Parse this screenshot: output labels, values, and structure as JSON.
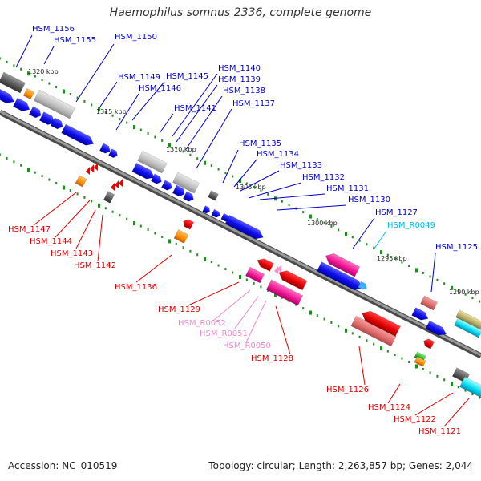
{
  "title": "Haemophilus somnus 2336, complete genome",
  "footer": {
    "accession": "Accession: NC_010519",
    "summary": "Topology: circular; Length: 2,263,857 bp; Genes: 2,044"
  },
  "colors": {
    "forward_gene": "#0000ee",
    "reverse_gene": "#ee0000",
    "rna_forward": "#ff1493",
    "rna_reverse_label": "#ff69b4",
    "trna_label": "#00c8ee",
    "backbone": "#7a7a7a",
    "tick": "#228b22"
  },
  "kbp_marks": [
    "1320 kbp",
    "1315 kbp",
    "1310 kbp",
    "1305 kbp",
    "1300 kbp",
    "1295 kbp",
    "1290 kbp"
  ],
  "top_labels": [
    "HSM_1156",
    "HSM_1155",
    "HSM_1150",
    "HSM_1149",
    "HSM_1145",
    "HSM_1146",
    "HSM_1140",
    "HSM_1139",
    "HSM_1138",
    "HSM_1141",
    "HSM_1137",
    "HSM_1135",
    "HSM_1134",
    "HSM_1133",
    "HSM_1132",
    "HSM_1131",
    "HSM_1130",
    "HSM_1127",
    "HSM_R0049",
    "HSM_1125"
  ],
  "bottom_labels": [
    "HSM_1147",
    "HSM_1144",
    "HSM_1143",
    "HSM_1142",
    "HSM_1136",
    "HSM_1129",
    "HSM_R0052",
    "HSM_R0051",
    "HSM_R0050",
    "HSM_1128",
    "HSM_1126",
    "HSM_1124",
    "HSM_1122",
    "HSM_1121"
  ]
}
